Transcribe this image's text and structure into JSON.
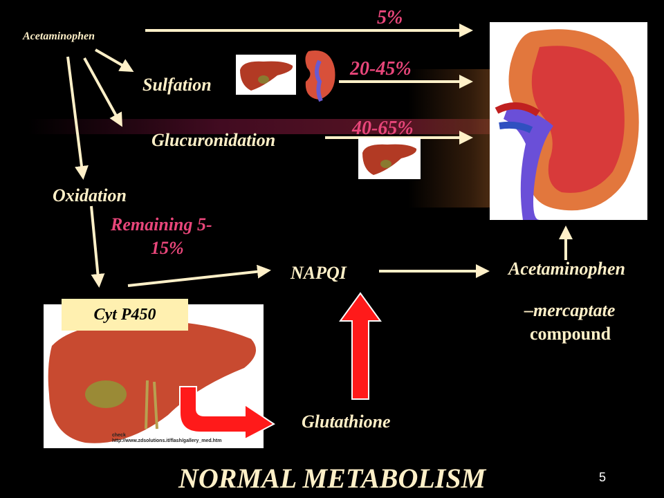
{
  "nodes": {
    "acetaminophen_top": "Acetaminophen",
    "sulfation": "Sulfation",
    "glucuronidation": "Glucuronidation",
    "oxidation": "Oxidation",
    "napqi": "NAPQI",
    "glutathione": "Glutathione",
    "cyp450": "Cyt P450",
    "mercaptate_line1": "Acetaminophen",
    "mercaptate_line2": "–mercaptate",
    "mercaptate_line3": "compound"
  },
  "percentages": {
    "unchanged": "5%",
    "sulfation": "20-45%",
    "glucuronidation": "40-65%",
    "remaining_line1": "Remaining 5-",
    "remaining_line2": "15%"
  },
  "credit": {
    "line1": "check",
    "line2": "http://www.zdsolutions.it/flash/gallery_med.htm"
  },
  "title": "NORMAL METABOLISM",
  "page_number": "5",
  "colors": {
    "background": "#000000",
    "text": "#fff0c8",
    "accent": "#e8467a",
    "arrow": "#fff0c8",
    "red_arrow": "#ff1a1a"
  }
}
